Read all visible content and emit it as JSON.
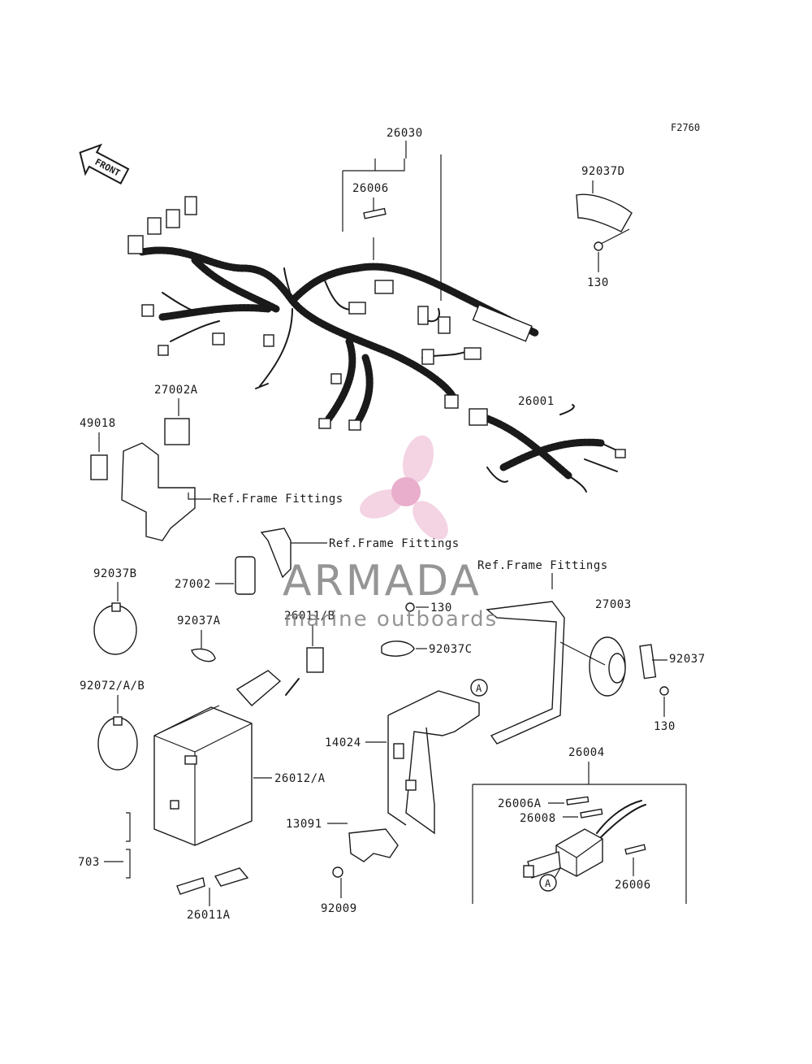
{
  "figure_code": "F2760",
  "front_arrow": "FRONT",
  "labels": {
    "p26030": "26030",
    "p26006_top": "26006",
    "p92037D": "92037D",
    "p130_a": "130",
    "p27002A": "27002A",
    "p49018": "49018",
    "p26001": "26001",
    "ref1": "Ref.Frame Fittings",
    "ref2": "Ref.Frame Fittings",
    "ref3": "Ref.Frame Fittings",
    "p92037B": "92037B",
    "p27002": "27002",
    "p130_b": "130",
    "p27003": "27003",
    "p92037A": "92037A",
    "p26011B": "26011/B",
    "p92037C": "92037C",
    "p92037": "92037",
    "p92072": "92072/A/B",
    "p130_c": "130",
    "p14024": "14024",
    "p26012": "26012/A",
    "p26004": "26004",
    "p26006A": "26006A",
    "p26008": "26008",
    "p13091": "13091",
    "p703": "703",
    "p26006_bot": "26006",
    "p92009": "92009",
    "p26011A": "26011A",
    "markA1": "A",
    "markA2": "A"
  },
  "watermark": {
    "name": "ARMADA",
    "tagline": "marine outboards",
    "logo_color": "#e7a6c6"
  }
}
